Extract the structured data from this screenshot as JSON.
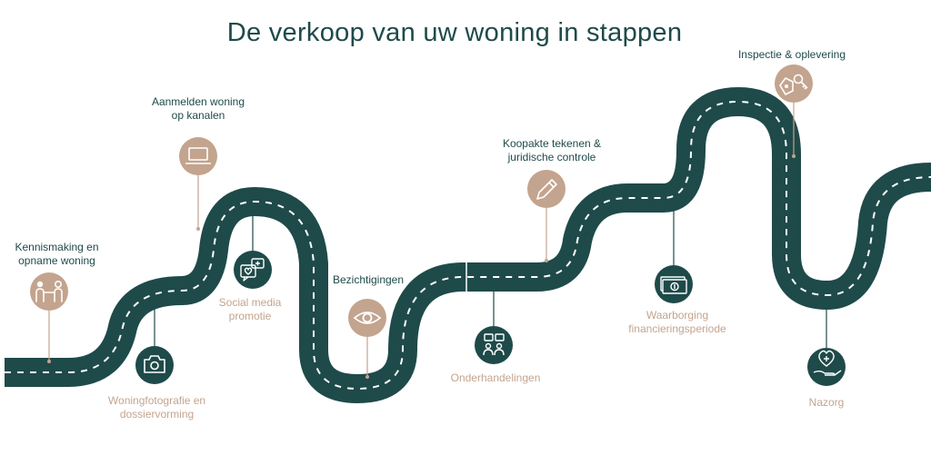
{
  "title": "De verkoop van uw woning in stappen",
  "colors": {
    "road": "#1f4a4a",
    "dash": "#ffffff",
    "tan": "#c3a48e",
    "dark": "#1f4a4a"
  },
  "steps": [
    {
      "line1": "Kennismaking en",
      "line2": "opname woning",
      "icon": "handshake-icon",
      "style": "tan-circle"
    },
    {
      "line1": "Woningfotografie en",
      "line2": "dossiervorming",
      "icon": "camera-icon",
      "style": "dark-circle"
    },
    {
      "line1": "Aanmelden woning",
      "line2": "op kanalen",
      "icon": "laptop-icon",
      "style": "tan-circle"
    },
    {
      "line1": "Social media",
      "line2": "promotie",
      "icon": "social-media-icon",
      "style": "dark-circle"
    },
    {
      "line1": "Bezichtigingen",
      "line2": "",
      "icon": "eye-icon",
      "style": "tan-circle"
    },
    {
      "line1": "Onderhandelingen",
      "line2": "",
      "icon": "negotiation-icon",
      "style": "dark-circle"
    },
    {
      "line1": "Koopakte tekenen &",
      "line2": "juridische controle",
      "icon": "pen-icon",
      "style": "tan-circle"
    },
    {
      "line1": "Waarborging",
      "line2": "financieringsperiode",
      "icon": "banknote-icon",
      "style": "dark-circle"
    },
    {
      "line1": "Inspectie & oplevering",
      "line2": "",
      "icon": "keys-icon",
      "style": "tan-circle"
    },
    {
      "line1": "Nazorg",
      "line2": "",
      "icon": "heart-hand-icon",
      "style": "dark-circle"
    }
  ]
}
